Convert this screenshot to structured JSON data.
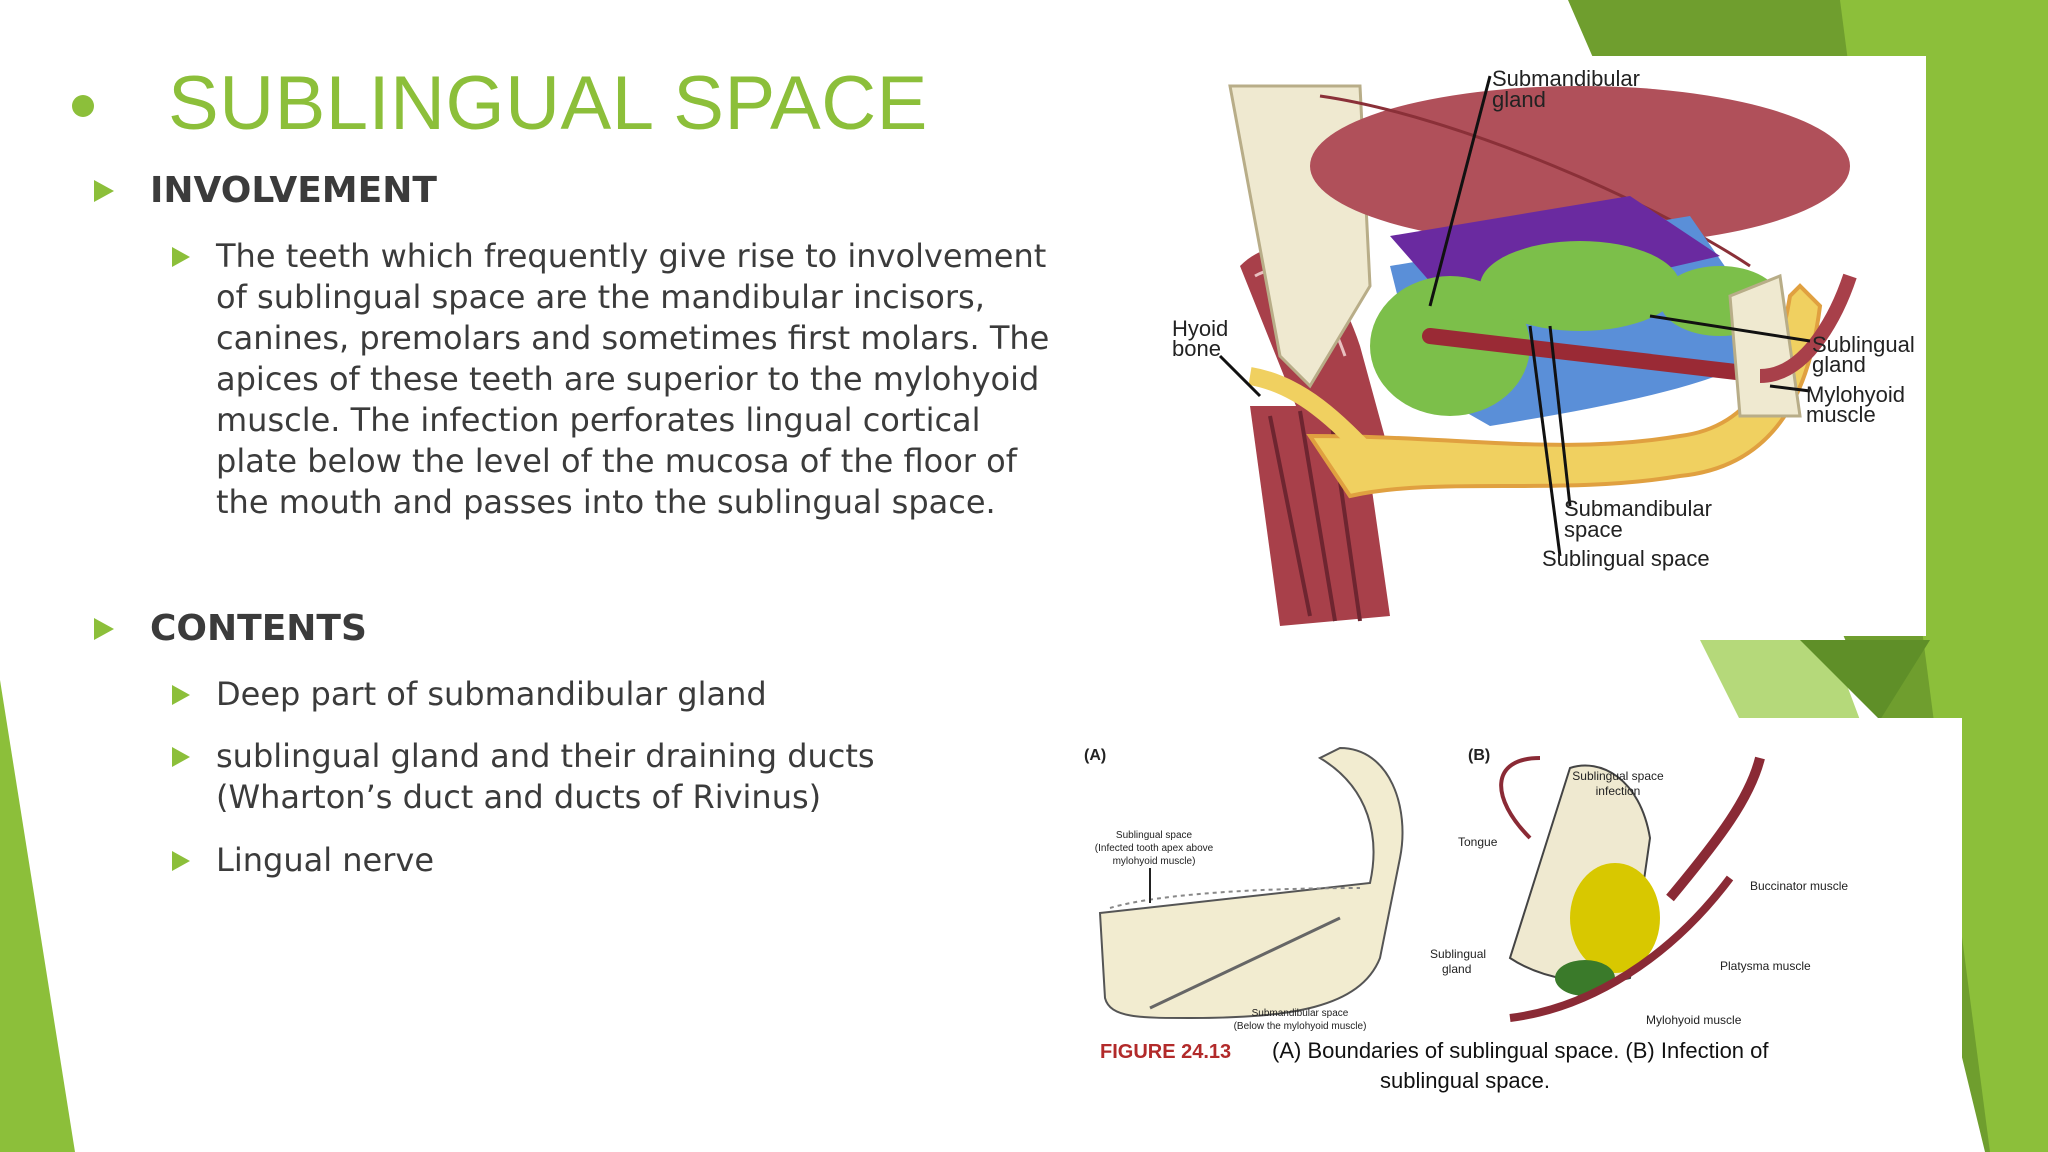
{
  "slide": {
    "title": "SUBLINGUAL SPACE",
    "sections": [
      {
        "heading": "INVOLVEMENT",
        "items": [
          "The teeth which frequently give rise to involvement of sublingual space are the mandibular incisors, canines, premolars and sometimes first molars. The apices of these teeth are superior to the mylohyoid muscle. The infection perforates lingual cortical plate below the level of the mucosa of the floor of the mouth and passes into the sublingual space."
        ]
      },
      {
        "heading": "CONTENTS",
        "items": [
          "Deep part of submandibular gland",
          "sublingual gland and their draining ducts (Wharton’s duct and ducts of Rivinus)",
          "Lingual nerve"
        ]
      }
    ]
  },
  "figure_top": {
    "labels": {
      "submandibular_gland": [
        "Submandibular",
        "gland"
      ],
      "hyoid_bone": [
        "Hyoid",
        "bone"
      ],
      "sublingual_gland": [
        "Sublingual",
        "gland"
      ],
      "mylohyoid_muscle": [
        "Mylohyoid",
        "muscle"
      ],
      "submandibular_space": [
        "Submandibular",
        "space"
      ],
      "sublingual_space": "Sublingual space"
    }
  },
  "figure_bottom": {
    "panel_a": "(A)",
    "panel_b": "(B)",
    "labels": {
      "sublingual_space_a": [
        "Sublingual space",
        "(Infected tooth apex above",
        "mylohyoid muscle)"
      ],
      "submandibular_space_a": [
        "Submandibular space",
        "(Below the mylohyoid muscle)"
      ],
      "sublingual_space_infection": [
        "Sublingual space",
        "infection"
      ],
      "tongue": "Tongue",
      "buccinator": "Buccinator muscle",
      "sublingual_gland": [
        "Sublingual",
        "gland"
      ],
      "platysma": "Platysma muscle",
      "mylohyoid": "Mylohyoid muscle"
    },
    "caption_number": "FIGURE 24.13",
    "caption_text_1": "(A) Boundaries of sublingual space. (B) Infection of",
    "caption_text_2": "sublingual space."
  },
  "colors": {
    "accent": "#8cbf3a",
    "accent_dark": "#6f9e2e",
    "text": "#3b3b3b",
    "caption_red": "#b22a2a"
  }
}
